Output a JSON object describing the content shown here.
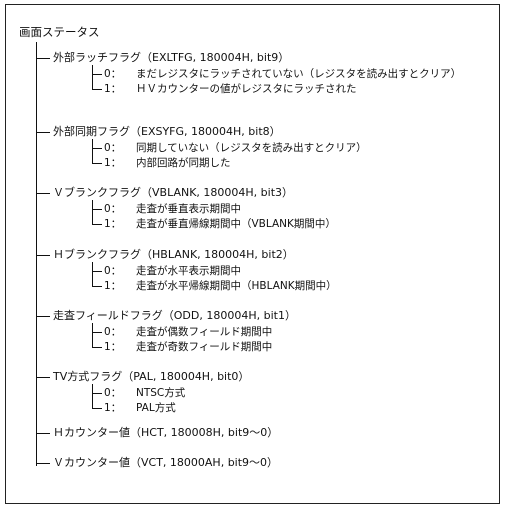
{
  "title": "画面ステータス",
  "separator": "：",
  "flags": [
    {
      "label": "外部ラッチフラグ（EXLTFG, 180004H, bit9）",
      "items": [
        {
          "bit": "0",
          "text": "まだレジスタにラッチされていない（レジスタを読み出すとクリア）"
        },
        {
          "bit": "1",
          "text": "ＨＶカウンターの値がレジスタにラッチされた"
        }
      ]
    },
    {
      "label": "外部同期フラグ（EXSYFG, 180004H, bit8）",
      "items": [
        {
          "bit": "0",
          "text": "同期していない（レジスタを読み出すとクリア）"
        },
        {
          "bit": "1",
          "text": "内部回路が同期した"
        }
      ]
    },
    {
      "label": "Ｖブランクフラグ（VBLANK, 180004H, bit3）",
      "items": [
        {
          "bit": "0",
          "text": "走査が垂直表示期間中"
        },
        {
          "bit": "1",
          "text": "走査が垂直帰線期間中（VBLANK期間中）"
        }
      ]
    },
    {
      "label": "Ｈブランクフラグ（HBLANK, 180004H, bit2）",
      "items": [
        {
          "bit": "0",
          "text": "走査が水平表示期間中"
        },
        {
          "bit": "1",
          "text": "走査が水平帰線期間中（HBLANK期間中）"
        }
      ]
    },
    {
      "label": "走査フィールドフラグ（ODD, 180004H, bit1）",
      "items": [
        {
          "bit": "0",
          "text": "走査が偶数フィールド期間中"
        },
        {
          "bit": "1",
          "text": "走査が奇数フィールド期間中"
        }
      ]
    },
    {
      "label": "TV方式フラグ（PAL, 180004H, bit0）",
      "items": [
        {
          "bit": "0",
          "text": "NTSC方式"
        },
        {
          "bit": "1",
          "text": "PAL方式"
        }
      ]
    },
    {
      "label": "Ｈカウンター値（HCT, 180008H, bit9～0）",
      "items": []
    },
    {
      "label": "Ｖカウンター値（VCT, 18000AH, bit9～0）",
      "items": []
    }
  ]
}
